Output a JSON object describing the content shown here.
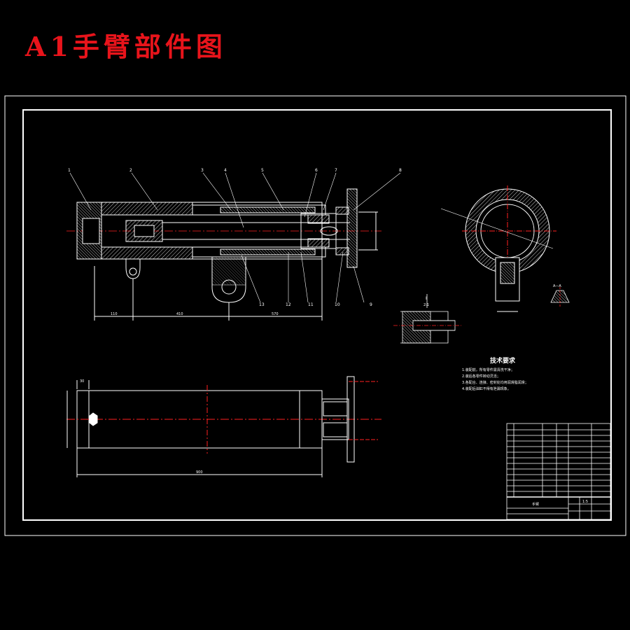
{
  "title": "A1手臂部件图",
  "callouts": [
    "1",
    "2",
    "3",
    "4",
    "5",
    "6",
    "7",
    "8",
    "9",
    "10",
    "11",
    "12",
    "13"
  ],
  "dimensions": {
    "bottom_chain": [
      "110",
      "410",
      "570"
    ],
    "top_view_length": "900",
    "top_view_left": "30"
  },
  "section_label": "A—A",
  "detail_label": "I",
  "detail_scale": "2:1",
  "tech_requirements": {
    "title": "技术要求",
    "items": [
      "1.装配前，所有零件需清洗干净；",
      "2.装后各零件转动灵活；",
      "3.各配合、连接、密封处均用润滑脂润滑；",
      "4.装配后油缸不得有泄漏现象。"
    ]
  },
  "title_block": {
    "part_name": "手臂",
    "scale": "1:5"
  },
  "colors": {
    "background": "#000000",
    "title": "#e8141b",
    "lines": "#ffffff",
    "centerline": "#ff2020",
    "hatch": "#ffffff"
  }
}
